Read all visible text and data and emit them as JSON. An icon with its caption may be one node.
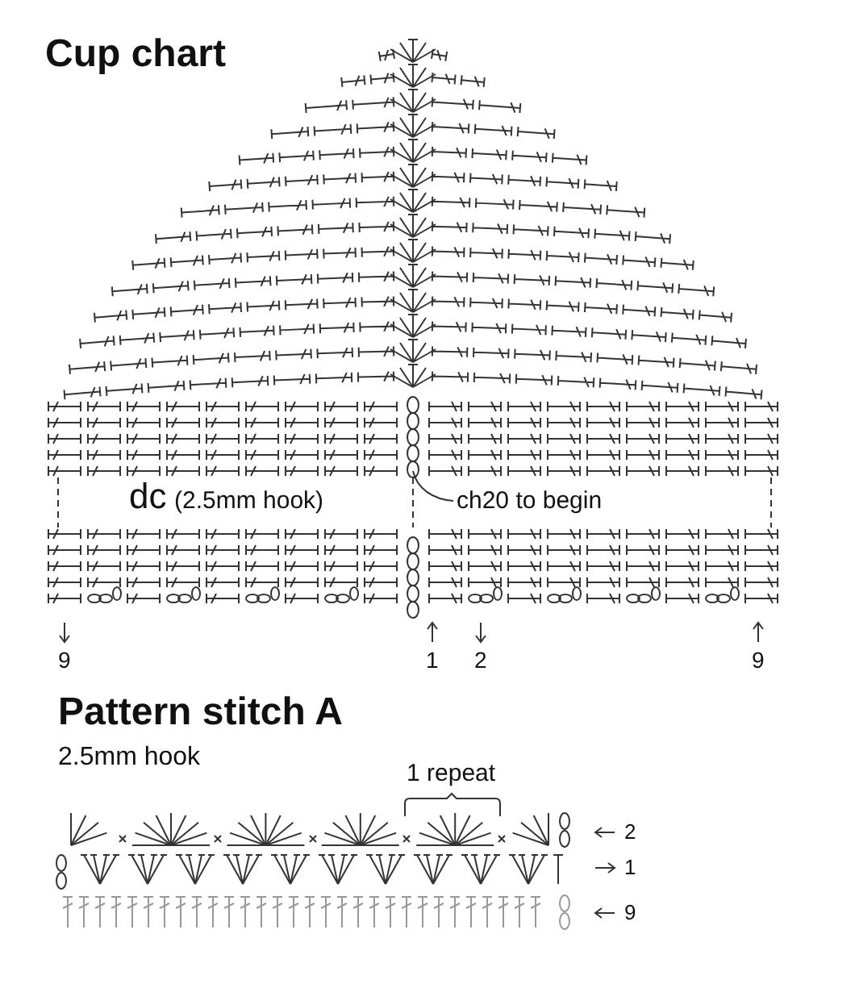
{
  "diagram": {
    "nodes": [
      {
        "text": [
          "ch20 to begin"
        ]
      },
      {
        "text": [],
        "shape": "chain"
      }
    ],
    "edges": [
      {
        "from": 0,
        "to": 1,
        "arrow": "none"
      }
    ],
    "labels": [
      "Cup chart",
      "dc",
      "(2.5mm hook)",
      "9",
      "1",
      "2",
      "9",
      "Pattern stitch A",
      "2.5mm hook",
      "1 repeat",
      "2",
      "1",
      "9"
    ]
  }
}
